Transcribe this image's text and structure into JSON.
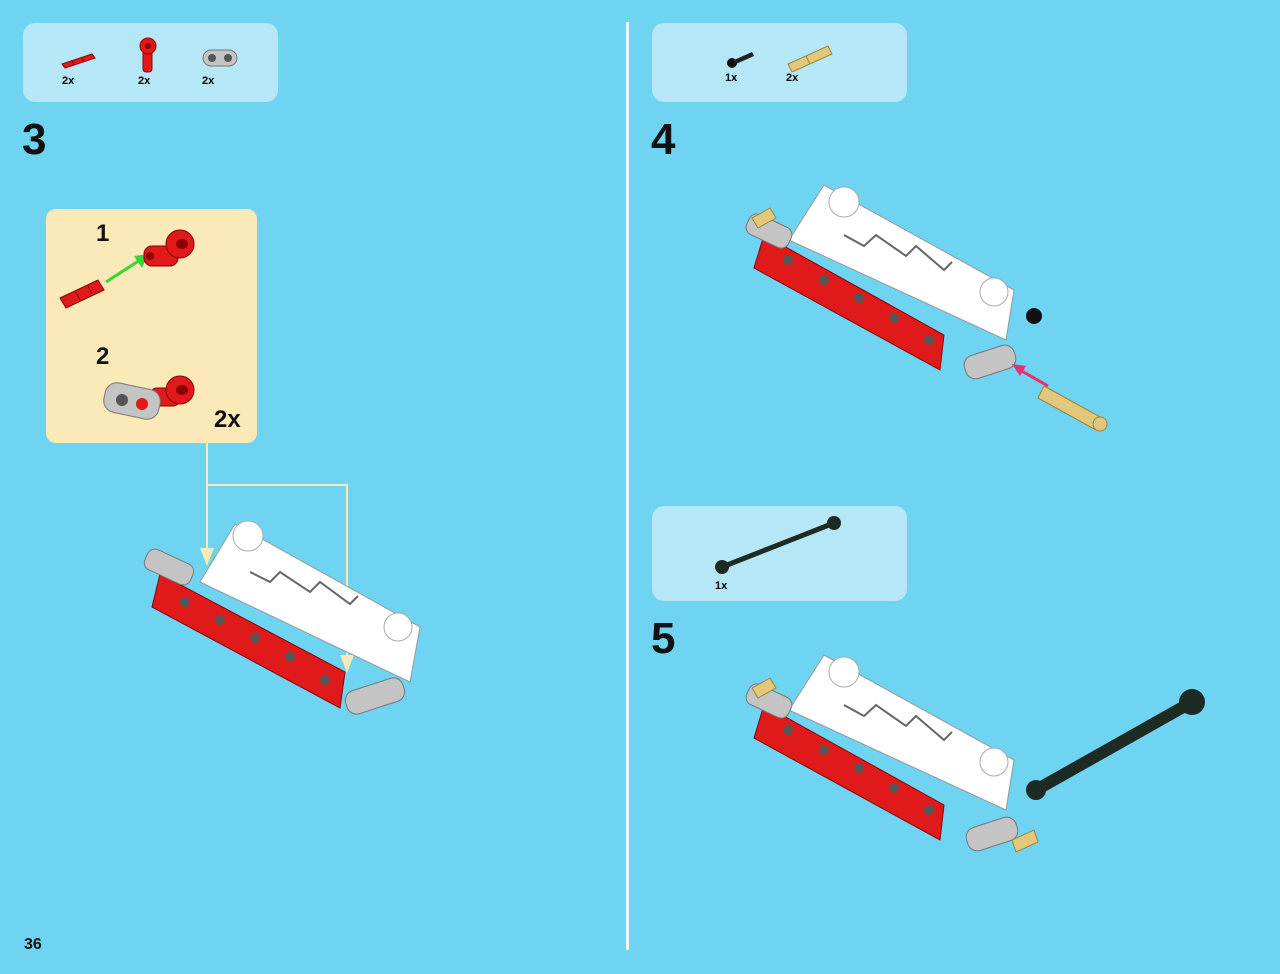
{
  "page": {
    "number": "36"
  },
  "steps": [
    {
      "number": "3",
      "parts": [
        {
          "icon": "red-axle-pin-icon",
          "qty": "2x"
        },
        {
          "icon": "red-connector-icon",
          "qty": "2x"
        },
        {
          "icon": "gray-beam-icon",
          "qty": "2x"
        }
      ],
      "subassembly": {
        "substeps": [
          "1",
          "2"
        ],
        "multiplier": "2x"
      }
    },
    {
      "number": "4",
      "parts": [
        {
          "icon": "black-pin-icon",
          "qty": "1x"
        },
        {
          "icon": "tan-axle-pin-icon",
          "qty": "2x"
        }
      ]
    },
    {
      "number": "5",
      "parts": [
        {
          "icon": "black-link-rod-icon",
          "qty": "1x"
        }
      ]
    }
  ],
  "colors": {
    "background": "#6fd3f2",
    "parts_box": "#b6e7f7",
    "subassembly_box": "#fce9b8",
    "brick_red": "#e01a1a",
    "brick_white": "#ffffff",
    "brick_gray": "#b9b9b9",
    "pin_tan": "#e2c878",
    "rod_black": "#1e2a24",
    "arrow_green": "#36d636",
    "arrow_pink": "#e83070"
  }
}
